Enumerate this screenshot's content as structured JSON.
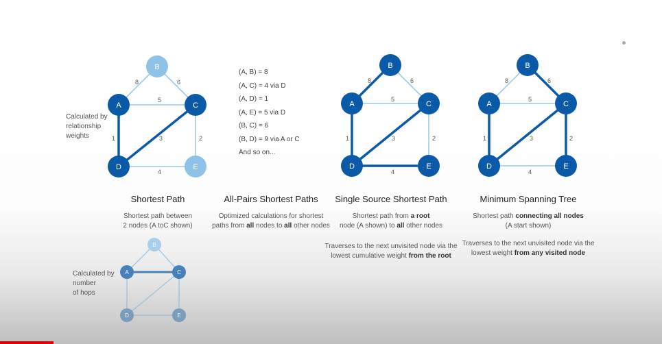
{
  "notes": {
    "relationship": [
      "Calculated by",
      "relationship",
      "weights"
    ],
    "hops": [
      "Calculated by",
      "number",
      "of hops"
    ]
  },
  "node_labels": {
    "a": "A",
    "b": "B",
    "c": "C",
    "d": "D",
    "e": "E"
  },
  "edge_weights": {
    "ab": "8",
    "bc": "6",
    "ac": "5",
    "ad": "1",
    "dc": "3",
    "ce": "2",
    "de": "4"
  },
  "sections": {
    "shortest_path": {
      "title": "Shortest Path",
      "desc": [
        "Shortest path between",
        "2 nodes (A toC shown)"
      ]
    },
    "all_pairs": {
      "title": "All-Pairs Shortest Paths",
      "desc": [
        "Optimized calculations for shortest",
        "paths from ",
        "all",
        " nodes to ",
        "all",
        " other nodes"
      ],
      "list": [
        "(A, B) = 8",
        "(A, C) = 4 via D",
        "(A, D) = 1",
        "(A, E) = 5 via D",
        "(B, C) = 6",
        "(B, D) = 9 via A or C",
        "And so on..."
      ]
    },
    "single_source": {
      "title": "Single Source Shortest Path",
      "desc": [
        "Shortest path from ",
        "a root",
        "node (A shown) to ",
        "all",
        " other nodes"
      ],
      "detail": [
        "Traverses to the next unvisited node via the",
        "lowest cumulative weight ",
        "from the root"
      ]
    },
    "mst": {
      "title": "Minimum Spanning Tree",
      "desc": [
        "Shortest path ",
        "connecting all nodes",
        "(A start shown)"
      ],
      "detail": [
        "Traverses to the next unvisited node via the",
        "lowest weight ",
        "from any visited node"
      ]
    }
  },
  "colors": {
    "dark_node": "#0a5aa8",
    "light_node": "#8ec2e8",
    "edge_light": "#9cc9e6",
    "edge_dark": "#0a5aa8",
    "accent_bar": "#e00000"
  }
}
